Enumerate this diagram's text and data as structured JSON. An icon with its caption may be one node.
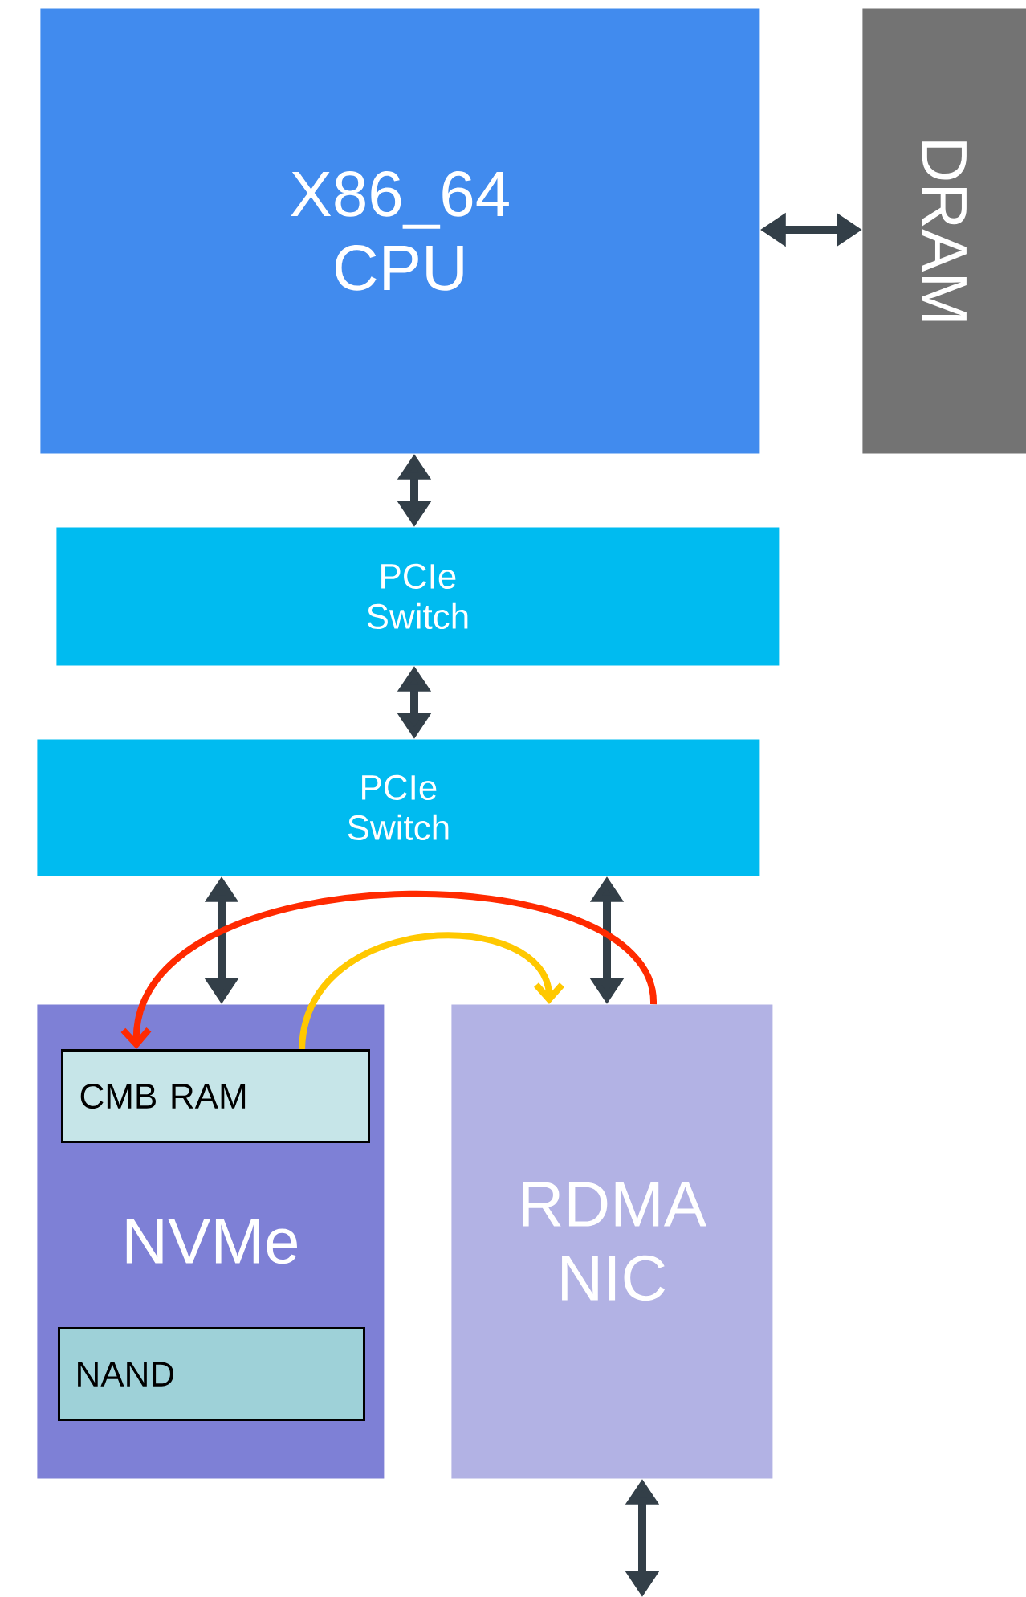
{
  "diagram": {
    "nodes": [
      {
        "text": [
          "X86_64 CPU"
        ]
      },
      {
        "text": [
          "DRAM"
        ]
      },
      {
        "text": [
          "PCIe Switch"
        ]
      },
      {
        "text": [
          "PCIe Switch"
        ]
      },
      {
        "text": [
          "NVMe"
        ]
      },
      {
        "text": [
          "CMB RAM"
        ],
        "in": 4
      },
      {
        "text": [
          "NAND"
        ],
        "in": 4
      },
      {
        "text": [
          "RDMA NIC"
        ]
      }
    ],
    "edges": [
      {
        "from": 0,
        "to": 1,
        "arrow": "both"
      },
      {
        "from": 0,
        "to": 2,
        "arrow": "both"
      },
      {
        "from": 2,
        "to": 3,
        "arrow": "both"
      },
      {
        "from": 3,
        "to": 4,
        "arrow": "both"
      },
      {
        "from": 3,
        "to": 7,
        "arrow": "both"
      },
      {
        "from": 7,
        "to": null,
        "arrow": "both"
      },
      {
        "from": 7,
        "to": 5,
        "arrow": "to",
        "color": "#ff2a00"
      },
      {
        "from": 5,
        "to": 7,
        "arrow": "to",
        "color": "#ffc800"
      }
    ]
  }
}
